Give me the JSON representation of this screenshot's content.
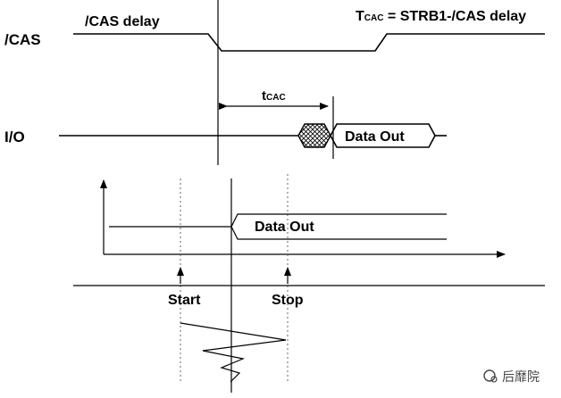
{
  "labels": {
    "cas_signal": "/CAS",
    "io_signal": "I/O",
    "cas_delay": "/CAS delay",
    "tcac_formula_prefix": "T",
    "tcac_formula_sub": "CAC",
    "tcac_formula_rest": " = STRB1-/CAS delay",
    "tcac_label_prefix": "t",
    "tcac_label_sub": "CAC",
    "data_out_top": "Data Out",
    "data_out_bottom": "Data Out",
    "start": "Start",
    "stop": "Stop",
    "watermark": "后靡院"
  },
  "colors": {
    "line": "#000000",
    "dashed": "#666666",
    "watermark": "#444444"
  }
}
